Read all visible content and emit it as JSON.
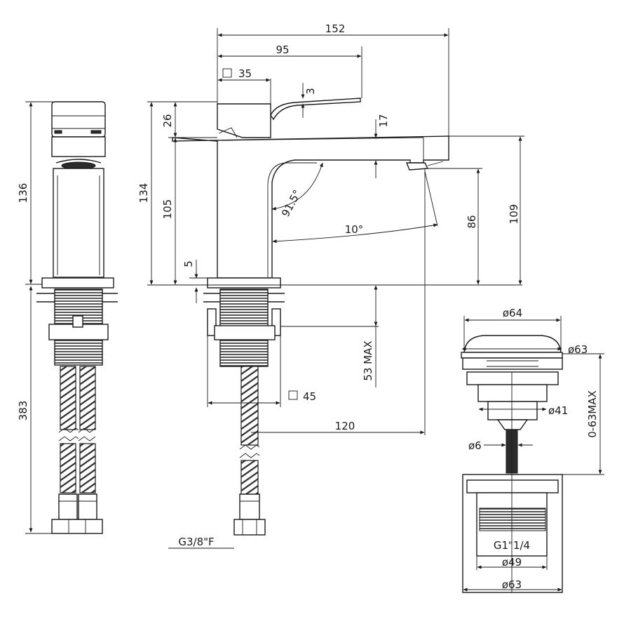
{
  "drawing": {
    "labels": {
      "w152": "152",
      "w95": "95",
      "sq35": "35",
      "t3": "3",
      "h26": "26",
      "h17": "17",
      "h136": "136",
      "h134": "134",
      "h105": "105",
      "a915": "91.5°",
      "a10": "10°",
      "h86": "86",
      "h109": "109",
      "h5": "5",
      "h53": "53 MAX",
      "sq45": "45",
      "w120": "120",
      "h383": "383",
      "g38": "G3/8\"F",
      "d64": "ø64",
      "d63a": "ø63",
      "d41": "ø41",
      "d6": "ø6",
      "r063": "0-63MAX",
      "g114": "G1\"1/4",
      "d49": "ø49",
      "d63b": "ø63"
    }
  }
}
